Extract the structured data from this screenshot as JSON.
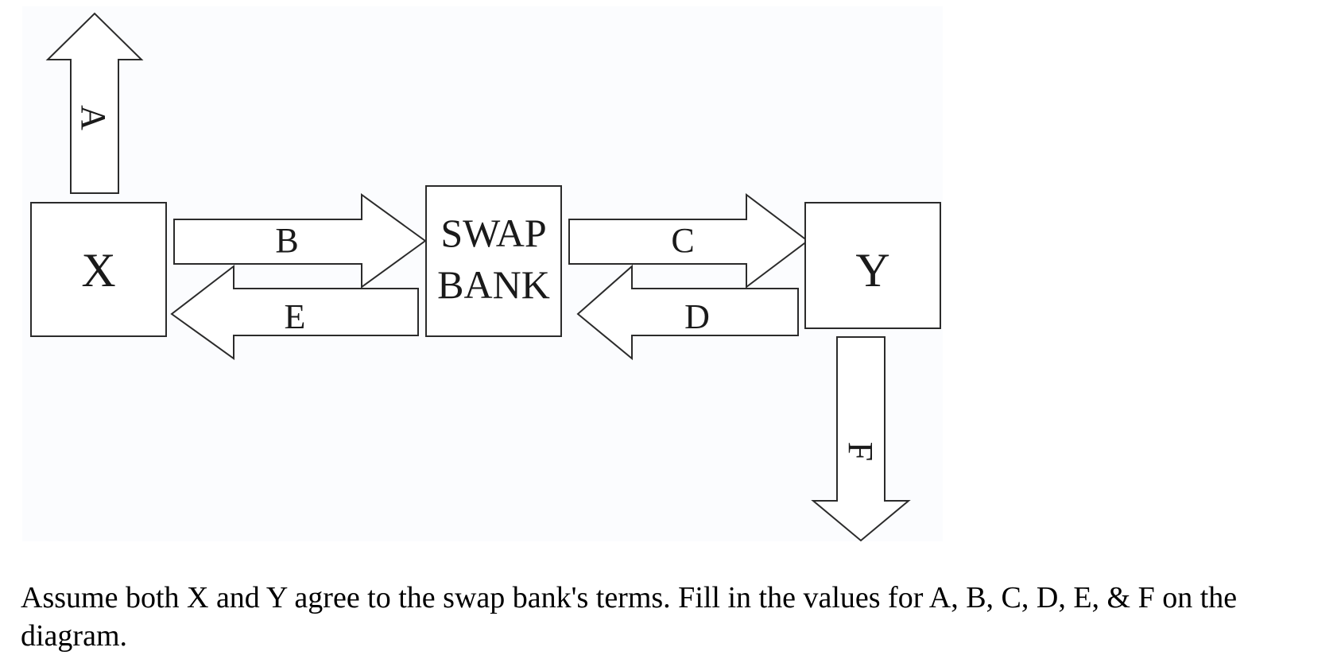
{
  "diagram": {
    "nodes": {
      "x": "X",
      "swap_bank_line1": "SWAP",
      "swap_bank_line2": "BANK",
      "y": "Y"
    },
    "arrows": {
      "a": "A",
      "b": "B",
      "c": "C",
      "d": "D",
      "e": "E",
      "f": "F"
    }
  },
  "caption": "Assume both X and Y agree to the swap bank's terms. Fill in the values for A, B, C, D, E, & F on the diagram."
}
